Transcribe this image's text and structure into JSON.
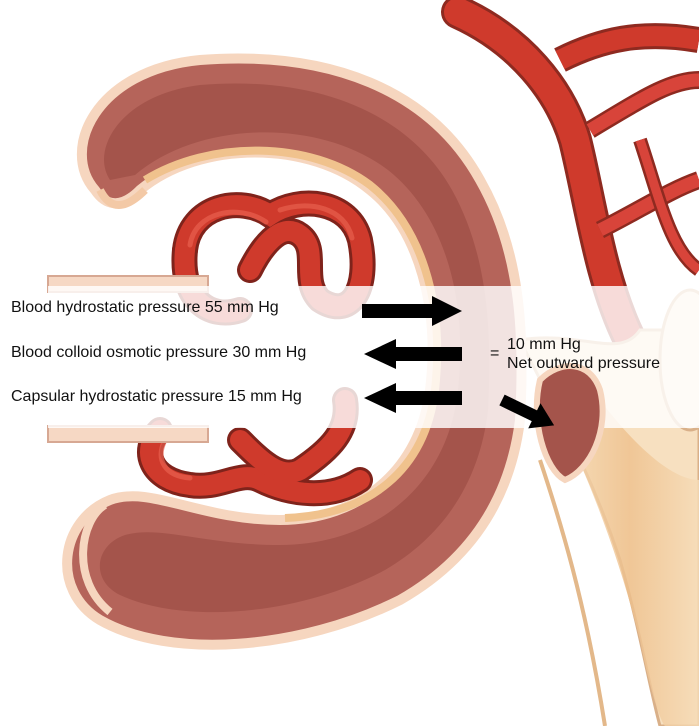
{
  "labels": {
    "blood_hydrostatic": "Blood hydrostatic pressure 55 mm Hg",
    "blood_colloid": "Blood colloid osmotic pressure 30 mm Hg",
    "capsular_hydrostatic": "Capsular hydrostatic pressure 15 mm Hg"
  },
  "result": {
    "equals": "=",
    "value": "10 mm Hg",
    "description": "Net outward pressure"
  },
  "arrows": [
    {
      "name": "blood-hydrostatic-arrow",
      "direction": "outward"
    },
    {
      "name": "blood-colloid-arrow",
      "direction": "inward"
    },
    {
      "name": "capsular-hydrostatic-arrow",
      "direction": "inward"
    },
    {
      "name": "filtrate-flow-arrow",
      "direction": "into-tubule"
    }
  ],
  "colors": {
    "capsule_outer": "#a8574a",
    "capsule_inner": "#f0c9b4",
    "capillary": "#c9362a",
    "capillary_highlight": "#e8604e",
    "tubule": "#f3cfa2",
    "band": "#ffffff",
    "arrow": "#000000"
  }
}
